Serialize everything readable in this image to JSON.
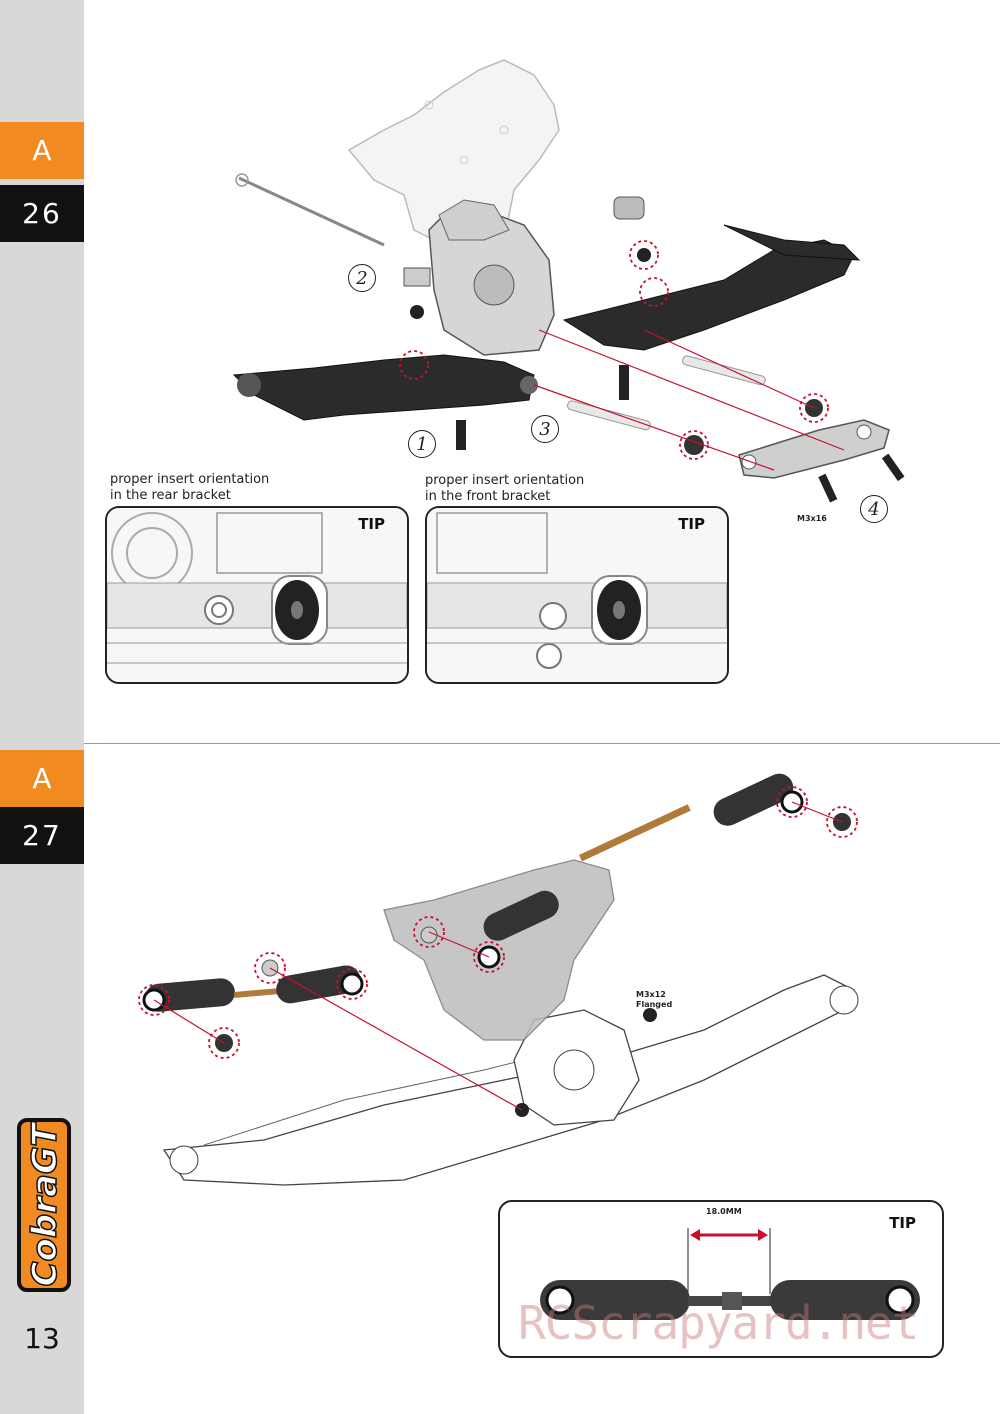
{
  "steps": [
    {
      "letter": "A",
      "number": "26"
    },
    {
      "letter": "A",
      "number": "27"
    }
  ],
  "page_number": "13",
  "logo_text": "CobraGT",
  "step26": {
    "captions": [
      "proper insert orientation\nin the rear bracket",
      "proper insert orientation\nin the front bracket"
    ],
    "tip_labels": [
      "TIP",
      "TIP"
    ],
    "callouts": [
      "2",
      "1",
      "3",
      "4"
    ],
    "screw_label": "M3x16"
  },
  "step27": {
    "screw_label": "M3x12\nFlanged",
    "tip_label": "TIP",
    "dimension": "18.0MM"
  },
  "watermark": "RCScrapyard.net",
  "colors": {
    "accent": "#f18b21",
    "dark": "#111111",
    "sidebar": "#d8d8d6",
    "red": "#c8102e"
  }
}
